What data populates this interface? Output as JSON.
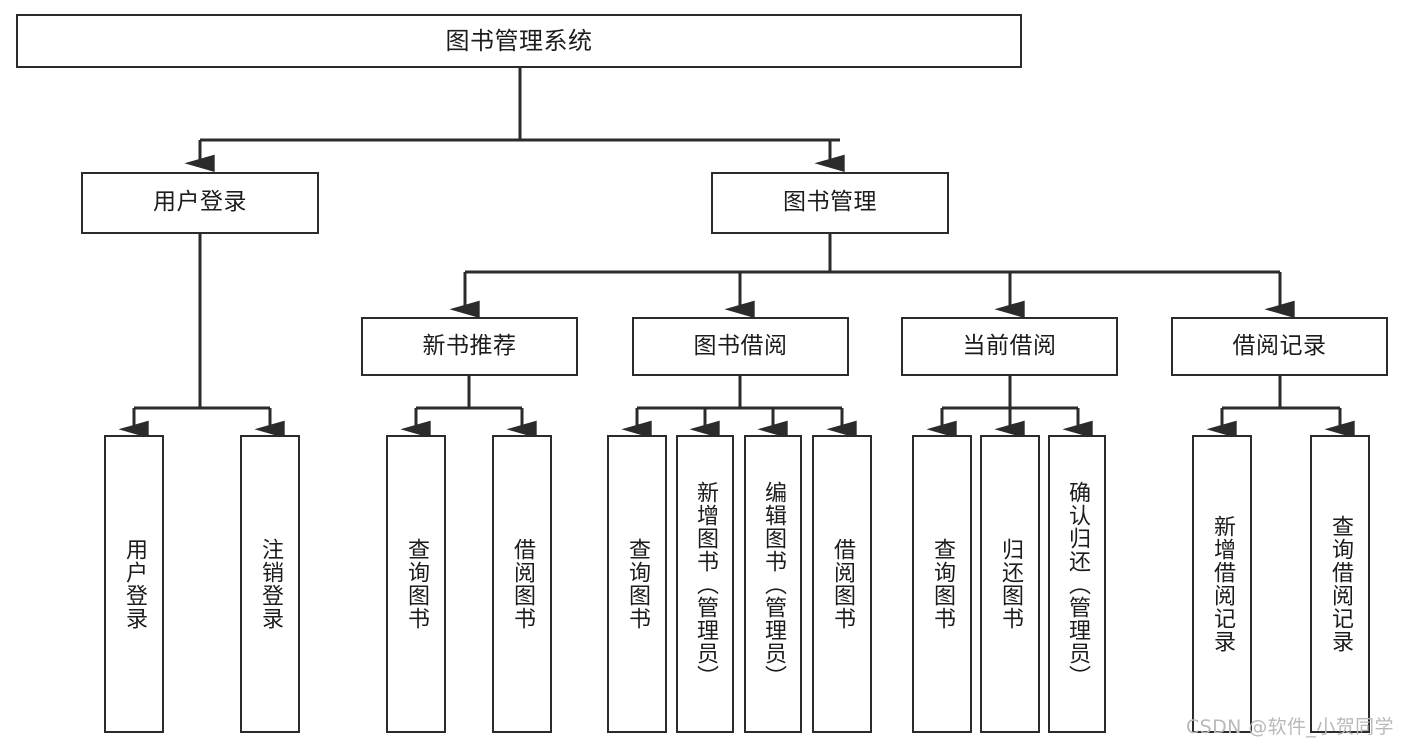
{
  "diagram": {
    "title": "图书管理系统",
    "type": "tree-hierarchy",
    "orientation": "top-down",
    "stroke_color": "#2b2b2b",
    "fill_color": "#ffffff",
    "text_color": "#1c1c1c"
  },
  "nodes": {
    "root": {
      "label": "图书管理系统"
    },
    "level2": [
      {
        "label": "用户登录"
      },
      {
        "label": "图书管理"
      }
    ],
    "level3": [
      {
        "label": "新书推荐"
      },
      {
        "label": "图书借阅"
      },
      {
        "label": "当前借阅"
      },
      {
        "label": "借阅记录"
      }
    ],
    "leaves": {
      "user_login": [
        {
          "label": "用户登录"
        },
        {
          "label": "注销登录"
        }
      ],
      "new_book_recommend": [
        {
          "label": "查询图书"
        },
        {
          "label": "借阅图书"
        }
      ],
      "book_borrow": [
        {
          "label": "查询图书"
        },
        {
          "label": "新增图书（管理员）"
        },
        {
          "label": "编辑图书（管理员）"
        },
        {
          "label": "借阅图书"
        }
      ],
      "current_borrow": [
        {
          "label": "查询图书"
        },
        {
          "label": "归还图书"
        },
        {
          "label": "确认归还（管理员）"
        }
      ],
      "borrow_record": [
        {
          "label": "新增借阅记录"
        },
        {
          "label": "查询借阅记录"
        }
      ]
    }
  },
  "watermark": {
    "text": "CSDN @软件_小贺同学",
    "color": "#b9b9b9"
  }
}
